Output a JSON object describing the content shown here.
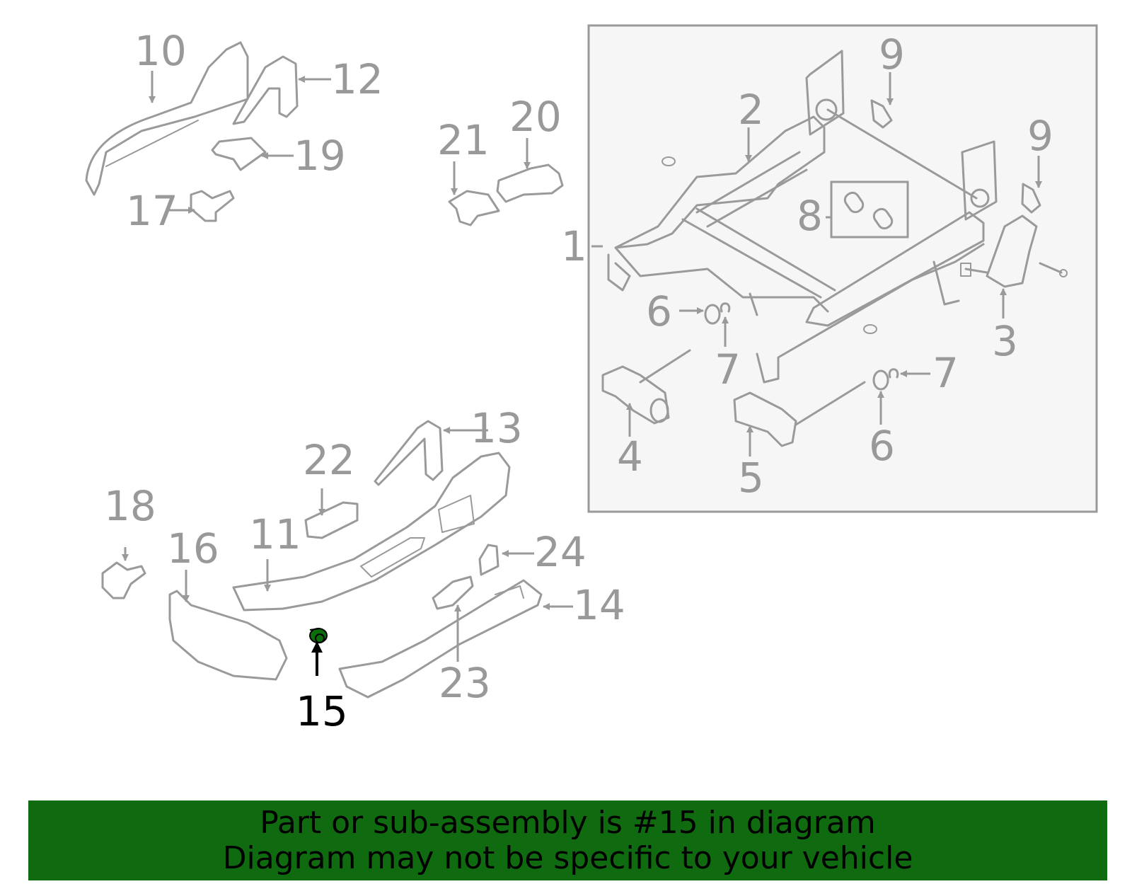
{
  "colors": {
    "part_stroke": "#9a9a9a",
    "label_gray": "#999999",
    "highlight_part": "#0b6e0b",
    "highlight_label": "#000000",
    "banner_bg": "#106a10",
    "banner_text": "#000000",
    "inset_bg": "#f6f6f6",
    "inset_border": "#999999"
  },
  "callouts": {
    "c1": "1",
    "c2": "2",
    "c3": "3",
    "c4": "4",
    "c5": "5",
    "c6a": "6",
    "c6b": "6",
    "c7a": "7",
    "c7b": "7",
    "c8": "8",
    "c9a": "9",
    "c9b": "9",
    "c10": "10",
    "c11": "11",
    "c12": "12",
    "c13": "13",
    "c14": "14",
    "c15": "15",
    "c16": "16",
    "c17": "17",
    "c18": "18",
    "c19": "19",
    "c20": "20",
    "c21": "21",
    "c22": "22",
    "c23": "23",
    "c24": "24"
  },
  "highlighted_part": "15",
  "banner": {
    "line1": "Part or sub-assembly is #15 in diagram",
    "line2": "Diagram may not be specific to your vehicle"
  }
}
